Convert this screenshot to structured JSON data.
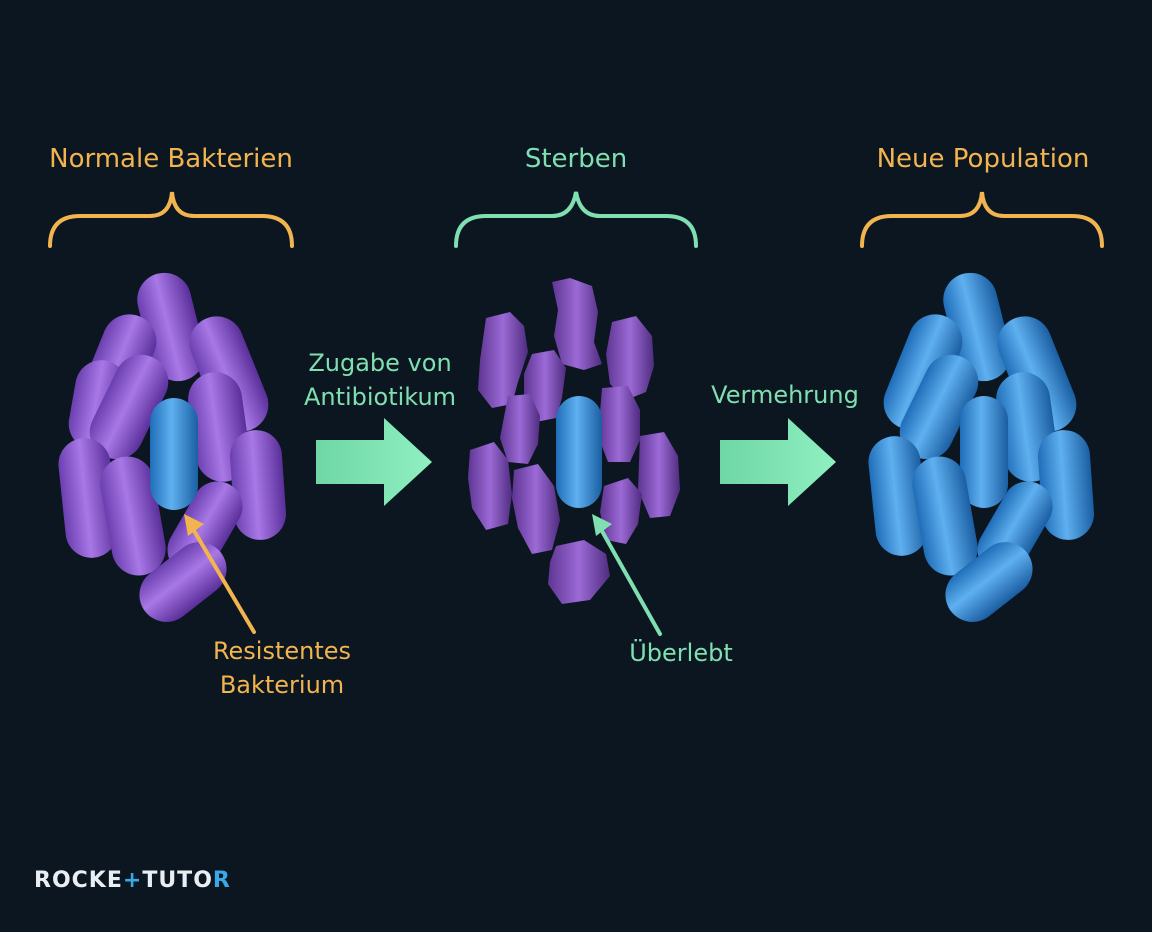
{
  "panels": [
    {
      "title": "Normale Bakterien",
      "title_color": "#f2b44f"
    },
    {
      "title": "Sterben",
      "title_color": "#7fdfb0"
    },
    {
      "title": "Neue Population",
      "title_color": "#f2b44f"
    }
  ],
  "arrows": [
    {
      "label_line1": "Zugabe von",
      "label_line2": "Antibiotikum"
    },
    {
      "label_line1": "Vermehrung"
    }
  ],
  "callouts": [
    {
      "line1": "Resistentes",
      "line2": "Bakterium"
    },
    {
      "line1": "Überlebt"
    }
  ],
  "logo": {
    "part1": "ROCKE",
    "part2": "+",
    "part3": "TUTO",
    "part4": "R"
  },
  "colors": {
    "background": "#0b1620",
    "normal_bacteria": "#9060d0",
    "resistant_bacteria": "#3a8ed8",
    "dead_bacteria": "#8a5ac2",
    "accent_orange": "#f2b44f",
    "accent_green": "#7fdfb0"
  }
}
